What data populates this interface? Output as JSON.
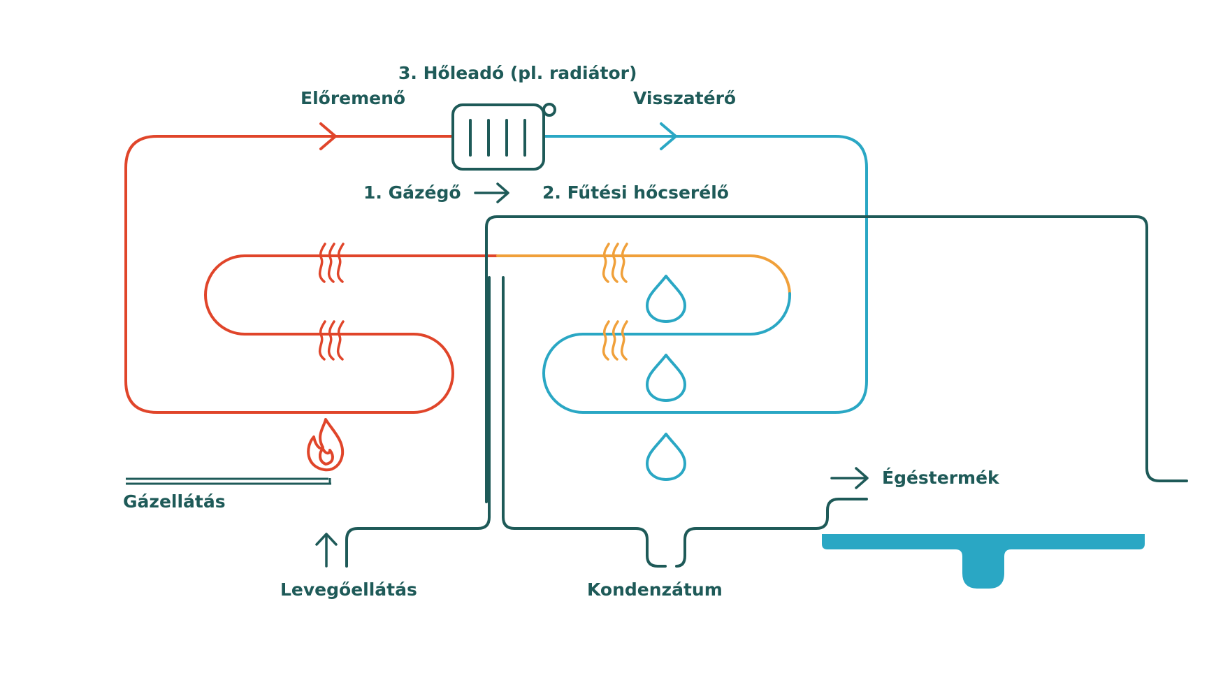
{
  "labels": {
    "heat_emitter": "3. Hőleadó (pl. radiátor)",
    "flow": "Előremenő",
    "return": "Visszatérő",
    "burner": "1. Gázégő",
    "heat_exchanger": "2. Fűtési hőcserélő",
    "gas_supply": "Gázellátás",
    "flue_gas": "Égéstermék",
    "air_supply": "Levegőellátás",
    "condensate": "Kondenzátum"
  },
  "colors": {
    "hot": "#e0452a",
    "warm": "#f0a03a",
    "cold": "#2aa7c4",
    "dark": "#1e5a58",
    "water_fill": "#2aa7c4"
  },
  "icons": {
    "radiator": "radiator-icon",
    "flame": "flame-icon",
    "heat_waves": "heat-waves-icon",
    "droplet": "droplet-icon",
    "arrow": "arrow-icon",
    "basin": "condensate-basin-icon"
  }
}
